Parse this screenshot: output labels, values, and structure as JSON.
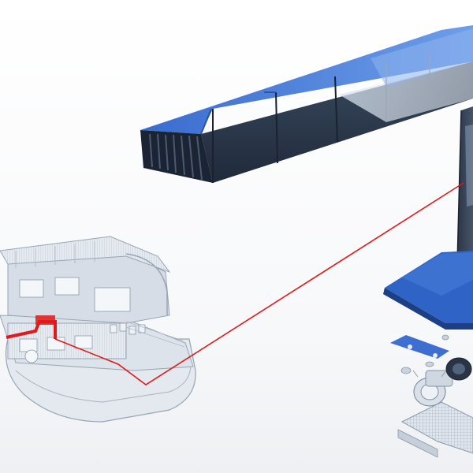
{
  "scene": {
    "ship_color": "#dde3ea",
    "ship_outline": "#9aa7b5",
    "duct_top": "#4a7bd8",
    "duct_side": "#2c3e58",
    "duct_face": "#1b2433",
    "glass_tint": "#cfdcee",
    "route_color": "#e01a1a",
    "platform_color": "#2f64c6",
    "equipment_color": "#c9d3df",
    "icons": [
      "ship-model",
      "ventilation-duct",
      "vertical-shaft",
      "fan-unit",
      "route-line"
    ]
  }
}
